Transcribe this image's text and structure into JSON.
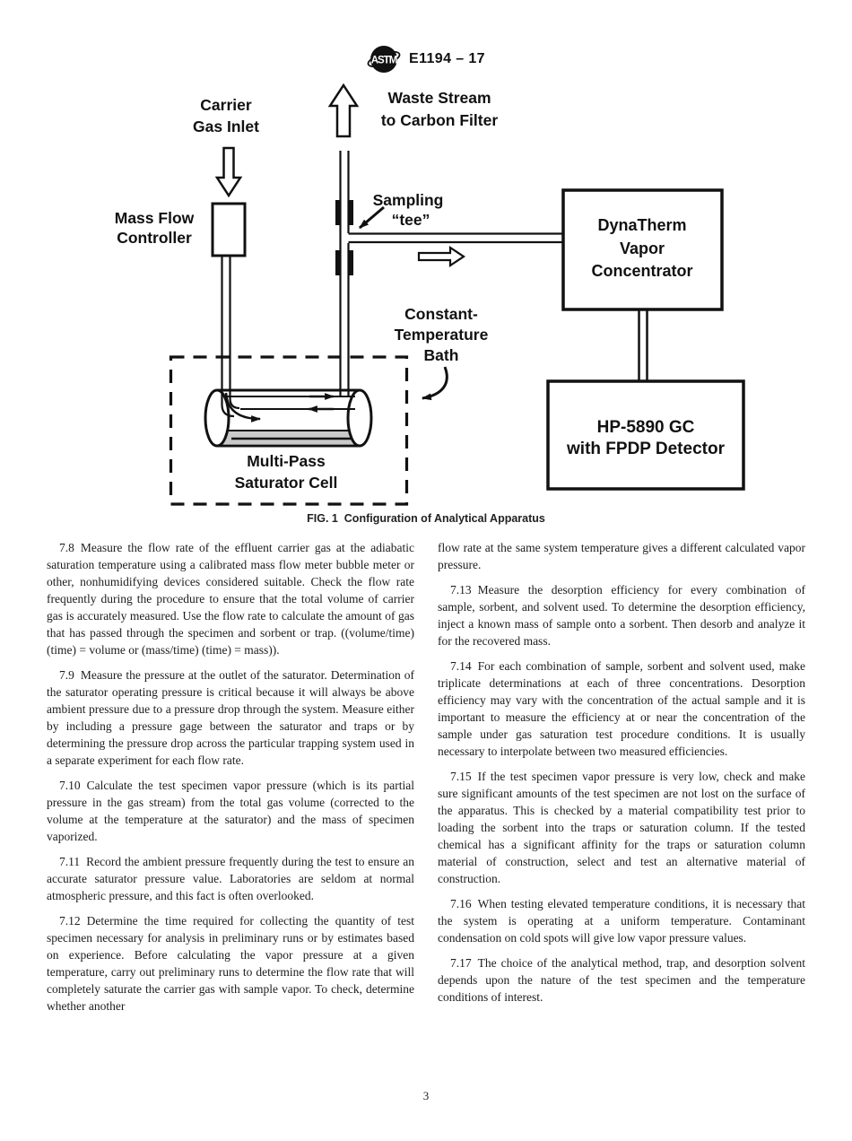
{
  "header": {
    "logo_text": "ASTM",
    "standard_designation": "E1194 – 17"
  },
  "figure": {
    "caption": "FIG. 1  Configuration of Analytical Apparatus",
    "labels": {
      "carrier": [
        "Carrier",
        "Gas Inlet"
      ],
      "mfc": [
        "Mass Flow",
        "Controller"
      ],
      "waste": [
        "Waste Stream",
        "to Carbon Filter"
      ],
      "sampling": [
        "Sampling",
        "“tee”"
      ],
      "dynatherm": [
        "DynaTherm",
        "Vapor",
        "Concentrator"
      ],
      "bath": [
        "Constant-",
        "Temperature",
        "Bath"
      ],
      "gc": [
        "HP-5890 GC",
        "with FPDP Detector"
      ],
      "cell": [
        "Multi-Pass",
        "Saturator Cell"
      ]
    }
  },
  "content": {
    "left": [
      {
        "num": "7.8",
        "body": "Measure the flow rate of the effluent carrier gas at the adiabatic saturation temperature using a calibrated mass flow meter bubble meter or other, nonhumidifying devices considered suitable. Check the flow rate frequently during the procedure to ensure that the total volume of carrier gas is accurately measured. Use the flow rate to calculate the amount of gas that has passed through the specimen and sorbent or trap. ((volume/time) (time) = volume or (mass/time) (time) = mass))."
      },
      {
        "num": "7.9",
        "body": "Measure the pressure at the outlet of the saturator. Determination of the saturator operating pressure is critical because it will always be above ambient pressure due to a pressure drop through the system. Measure either by including a pressure gage between the saturator and traps or by determining the pressure drop across the particular trapping system used in a separate experiment for each flow rate."
      },
      {
        "num": "7.10",
        "body": "Calculate the test specimen vapor pressure (which is its partial pressure in the gas stream) from the total gas volume (corrected to the volume at the temperature at the saturator) and the mass of specimen vaporized."
      },
      {
        "num": "7.11",
        "body": "Record the ambient pressure frequently during the test to ensure an accurate saturator pressure value. Laboratories are seldom at normal atmospheric pressure, and this fact is often overlooked."
      },
      {
        "num": "7.12",
        "body": "Determine the time required for collecting the quantity of test specimen necessary for analysis in preliminary runs or by estimates based on experience. Before calculating the vapor pressure at a given temperature, carry out preliminary runs to determine the flow rate that will completely saturate the carrier gas with sample vapor. To check, determine whether another"
      }
    ],
    "right": [
      {
        "num": "",
        "body": "flow rate at the same system temperature gives a different calculated vapor pressure."
      },
      {
        "num": "7.13",
        "body": "Measure the desorption efficiency for every combination of sample, sorbent, and solvent used. To determine the desorption efficiency, inject a known mass of sample onto a sorbent. Then desorb and analyze it for the recovered mass."
      },
      {
        "num": "7.14",
        "body": "For each combination of sample, sorbent and solvent used, make triplicate determinations at each of three concentrations. Desorption efficiency may vary with the concentration of the actual sample and it is important to measure the efficiency at or near the concentration of the sample under gas saturation test procedure conditions. It is usually necessary to interpolate between two measured efficiencies."
      },
      {
        "num": "7.15",
        "body": "If the test specimen vapor pressure is very low, check and make sure significant amounts of the test specimen are not lost on the surface of the apparatus. This is checked by a material compatibility test prior to loading the sorbent into the traps or saturation column. If the tested chemical has a significant affinity for the traps or saturation column material of construction, select and test an alternative material of construction."
      },
      {
        "num": "7.16",
        "body": "When testing elevated temperature conditions, it is necessary that the system is operating at a uniform temperature. Contaminant condensation on cold spots will give low vapor pressure values."
      },
      {
        "num": "7.17",
        "body": "The choice of the analytical method, trap, and desorption solvent depends upon the nature of the test specimen and the temperature conditions of interest."
      }
    ]
  },
  "footer": {
    "page_number": "3"
  }
}
